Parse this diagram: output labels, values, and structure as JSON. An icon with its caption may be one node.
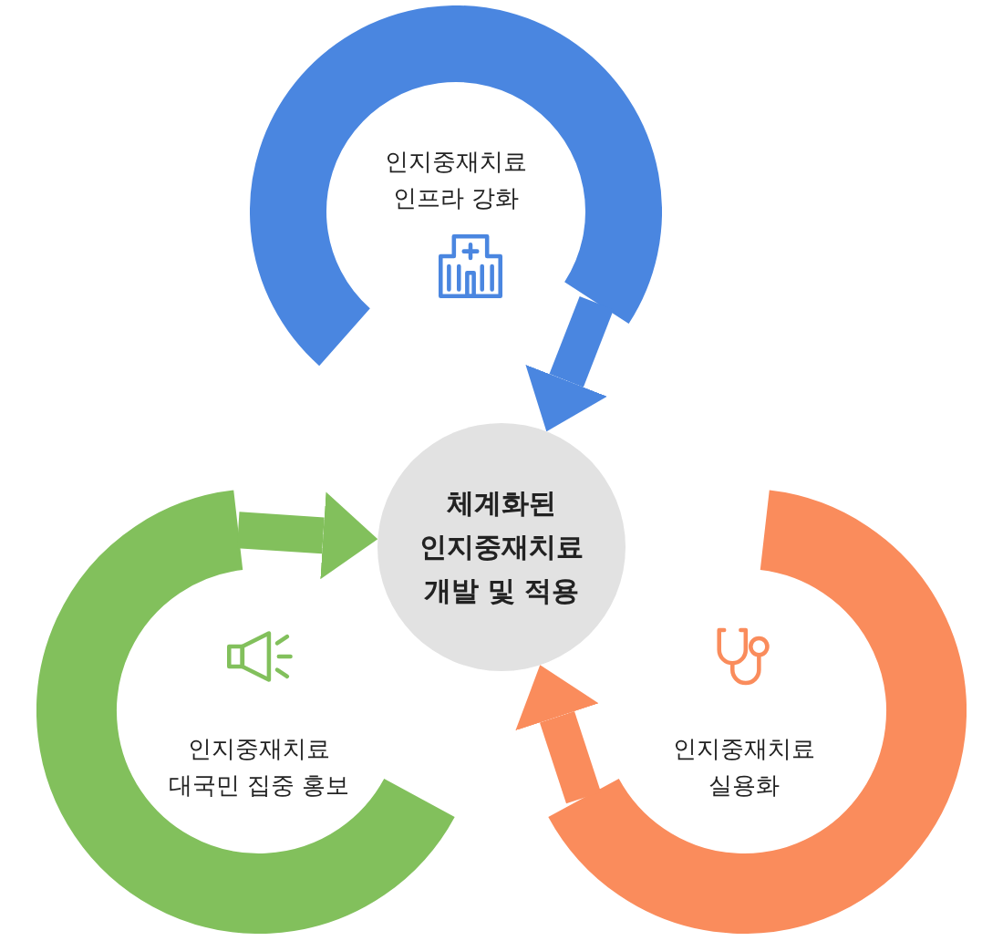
{
  "diagram": {
    "nodes": [
      {
        "text": [
          "인지중재치료 인프라 강화"
        ]
      },
      {
        "text": [
          "체계화된 인지중재치료 개발 및 적용"
        ]
      },
      {
        "text": [
          "인지중재치료 대국민 집중 홍보"
        ]
      },
      {
        "text": [
          "인지중재치료 실용화"
        ]
      }
    ],
    "edges": [
      {
        "from": 0,
        "to": 1,
        "arrow": "to",
        "color": "#4a86e0"
      },
      {
        "from": 2,
        "to": 1,
        "arrow": "to",
        "color": "#82c05c"
      },
      {
        "from": 3,
        "to": 1,
        "arrow": "to",
        "color": "#fa8c5c"
      }
    ]
  }
}
